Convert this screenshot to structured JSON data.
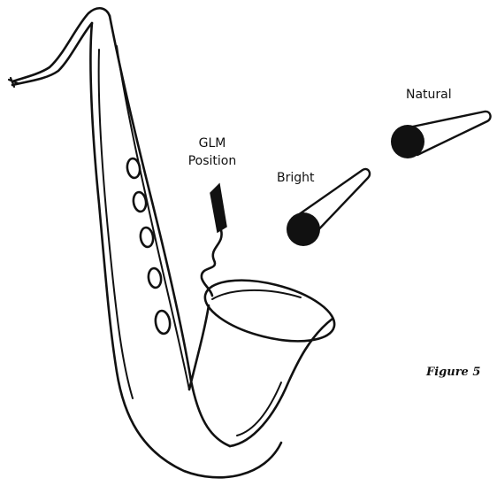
{
  "labels": {
    "glm_line1": "GLM",
    "glm_line2": "Position",
    "bright": "Bright",
    "natural": "Natural",
    "figure": "Figure 5"
  },
  "colors": {
    "ink": "#111111",
    "paper": "#ffffff"
  },
  "icons": {
    "instrument": "saxophone-icon",
    "microphone": "microphone-icon"
  }
}
